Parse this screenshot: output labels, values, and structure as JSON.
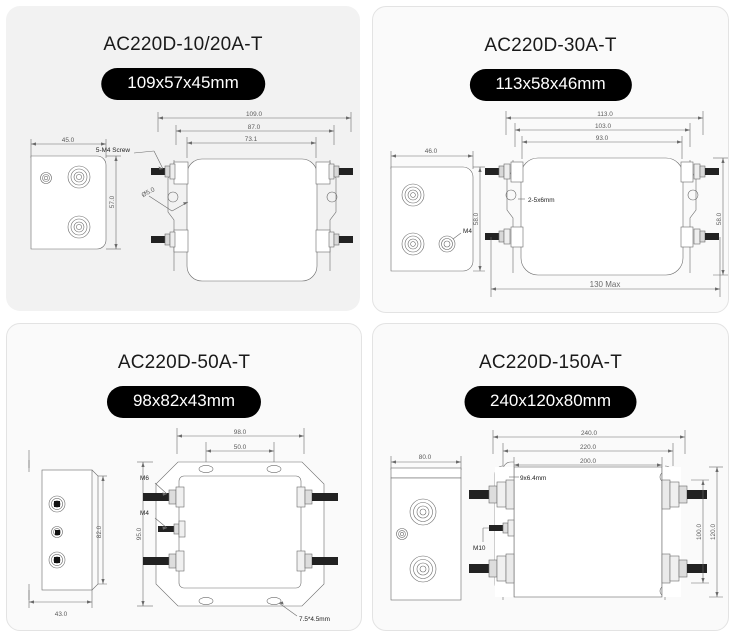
{
  "page": {
    "background": "#ffffff",
    "panel_background": "#f2f2f2",
    "pill_background": "#000000",
    "pill_text_color": "#ffffff",
    "line_color": "#6b6b6b",
    "columns": 2,
    "rows": 2
  },
  "panels": [
    {
      "id": "ac220d-10-20a-t",
      "title": "AC220D-10/20A-T",
      "size_label": "109x57x45mm",
      "drawing": {
        "views": [
          "end-view",
          "side-view"
        ],
        "end_view": {
          "width_label": "45.0",
          "height_label": "57.0",
          "terminals": 3
        },
        "side_view": {
          "dimensions_top": [
            "109.0",
            "87.0",
            "73.1"
          ],
          "notes": [
            "5-M4 Screw",
            "Ø5.0"
          ],
          "terminals": 4
        }
      }
    },
    {
      "id": "ac220d-30a-t",
      "title": "AC220D-30A-T",
      "size_label": "113x58x46mm",
      "drawing": {
        "views": [
          "end-view",
          "side-view"
        ],
        "end_view": {
          "width_label": "46.0",
          "height_label": "58.0",
          "notes": [
            "M4"
          ],
          "terminals": 3
        },
        "side_view": {
          "dimensions_top": [
            "113.0",
            "103.0",
            "93.0"
          ],
          "dimension_bottom": "130  Max",
          "height_label": "58.0",
          "notes": [
            "2-5x6mm"
          ],
          "terminals": 4
        }
      }
    },
    {
      "id": "ac220d-50a-t",
      "title": "AC220D-50A-T",
      "size_label": "98x82x43mm",
      "drawing": {
        "views": [
          "end-view",
          "side-view"
        ],
        "end_view": {
          "width_label": "43.0",
          "height_label": "82.0",
          "terminals": 3
        },
        "side_view": {
          "dimensions_top": [
            "98.0",
            "50.0"
          ],
          "height_label": "95.0",
          "notes": [
            "M6",
            "M4",
            "7.5*4.5mm"
          ],
          "terminals": 4
        }
      }
    },
    {
      "id": "ac220d-150a-t",
      "title": "AC220D-150A-T",
      "size_label": "240x120x80mm",
      "drawing": {
        "views": [
          "end-view",
          "side-view"
        ],
        "end_view": {
          "width_label": "80.0",
          "terminals": 3
        },
        "side_view": {
          "dimensions_top": [
            "240.0",
            "220.0",
            "200.0"
          ],
          "dimensions_right": [
            "100.0",
            "120.0"
          ],
          "notes": [
            "9x6.4mm",
            "M10"
          ],
          "terminals": 4
        }
      }
    }
  ]
}
